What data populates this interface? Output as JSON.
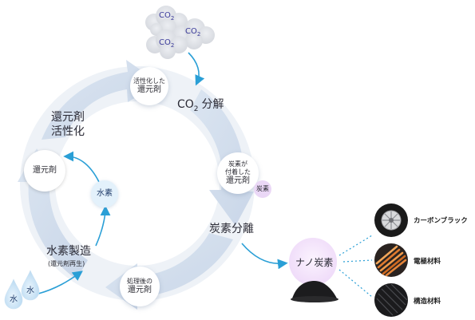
{
  "co2_clouds": [
    {
      "formula": "CO",
      "sub": "2"
    },
    {
      "formula": "CO",
      "sub": "2"
    },
    {
      "formula": "CO",
      "sub": "2"
    }
  ],
  "steps": {
    "co2_decomp_formula": "CO",
    "co2_decomp_sub": "2",
    "co2_decomp_rest": "分解",
    "carbon_sep": "炭素分離",
    "hydrogen_prod": "水素製造",
    "hydrogen_prod_sub": "(還元剤再生)",
    "reductant_activation_1": "還元剤",
    "reductant_activation_2": "活性化"
  },
  "nodes": {
    "activated_1": "活性化した",
    "activated_2": "還元剤",
    "carbon_attached_1": "炭素が",
    "carbon_attached_2": "付着した",
    "carbon_attached_3": "還元剤",
    "carbon_badge": "炭素",
    "processed_1": "処理後の",
    "processed_2": "還元剤",
    "reductant": "還元剤",
    "hydrogen": "水素",
    "water": "水"
  },
  "product": {
    "label": "ナノ炭素"
  },
  "applications": [
    {
      "label": "カーボンブラック",
      "icon": "tire-icon"
    },
    {
      "label": "電極材料",
      "icon": "electrode-rods-icon"
    },
    {
      "label": "構造材料",
      "icon": "carbon-fiber-icon"
    }
  ],
  "colors": {
    "ring": "#eef2f7",
    "arrow": "#d3deed",
    "flow": "#2a9fd6",
    "hydrogen_node": "#e3f1fb",
    "nano_carbon": "#f4e6fb",
    "carbon_badge": "#ead7f6",
    "text_blue": "#3a3a9a"
  }
}
